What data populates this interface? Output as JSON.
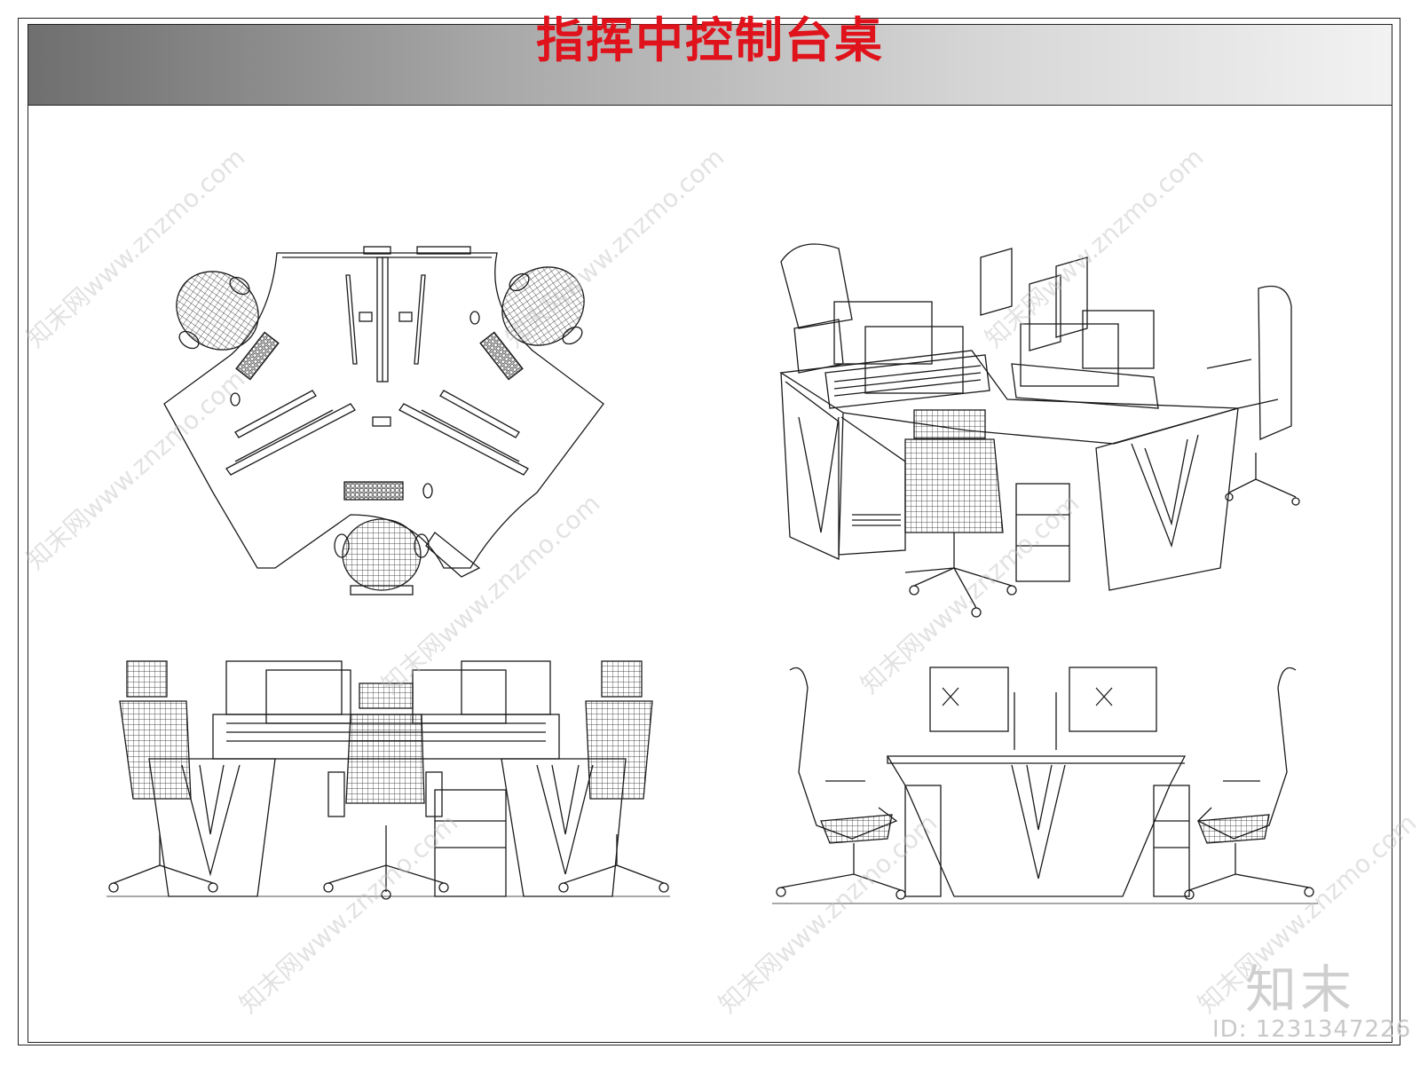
{
  "title": "指挥中控制台桌",
  "brand": {
    "logo_text": "知末",
    "id_text": "ID: 1231347226",
    "watermark_text": "知末网www.znzmo.com"
  },
  "colors": {
    "title": "#e0121b",
    "line": "#1a1a1a",
    "band_dark": "#6f6f6f",
    "band_light": "#f2f2f2"
  },
  "views": [
    {
      "name": "plan-view"
    },
    {
      "name": "perspective-view"
    },
    {
      "name": "front-elevation"
    },
    {
      "name": "side-elevation"
    }
  ]
}
